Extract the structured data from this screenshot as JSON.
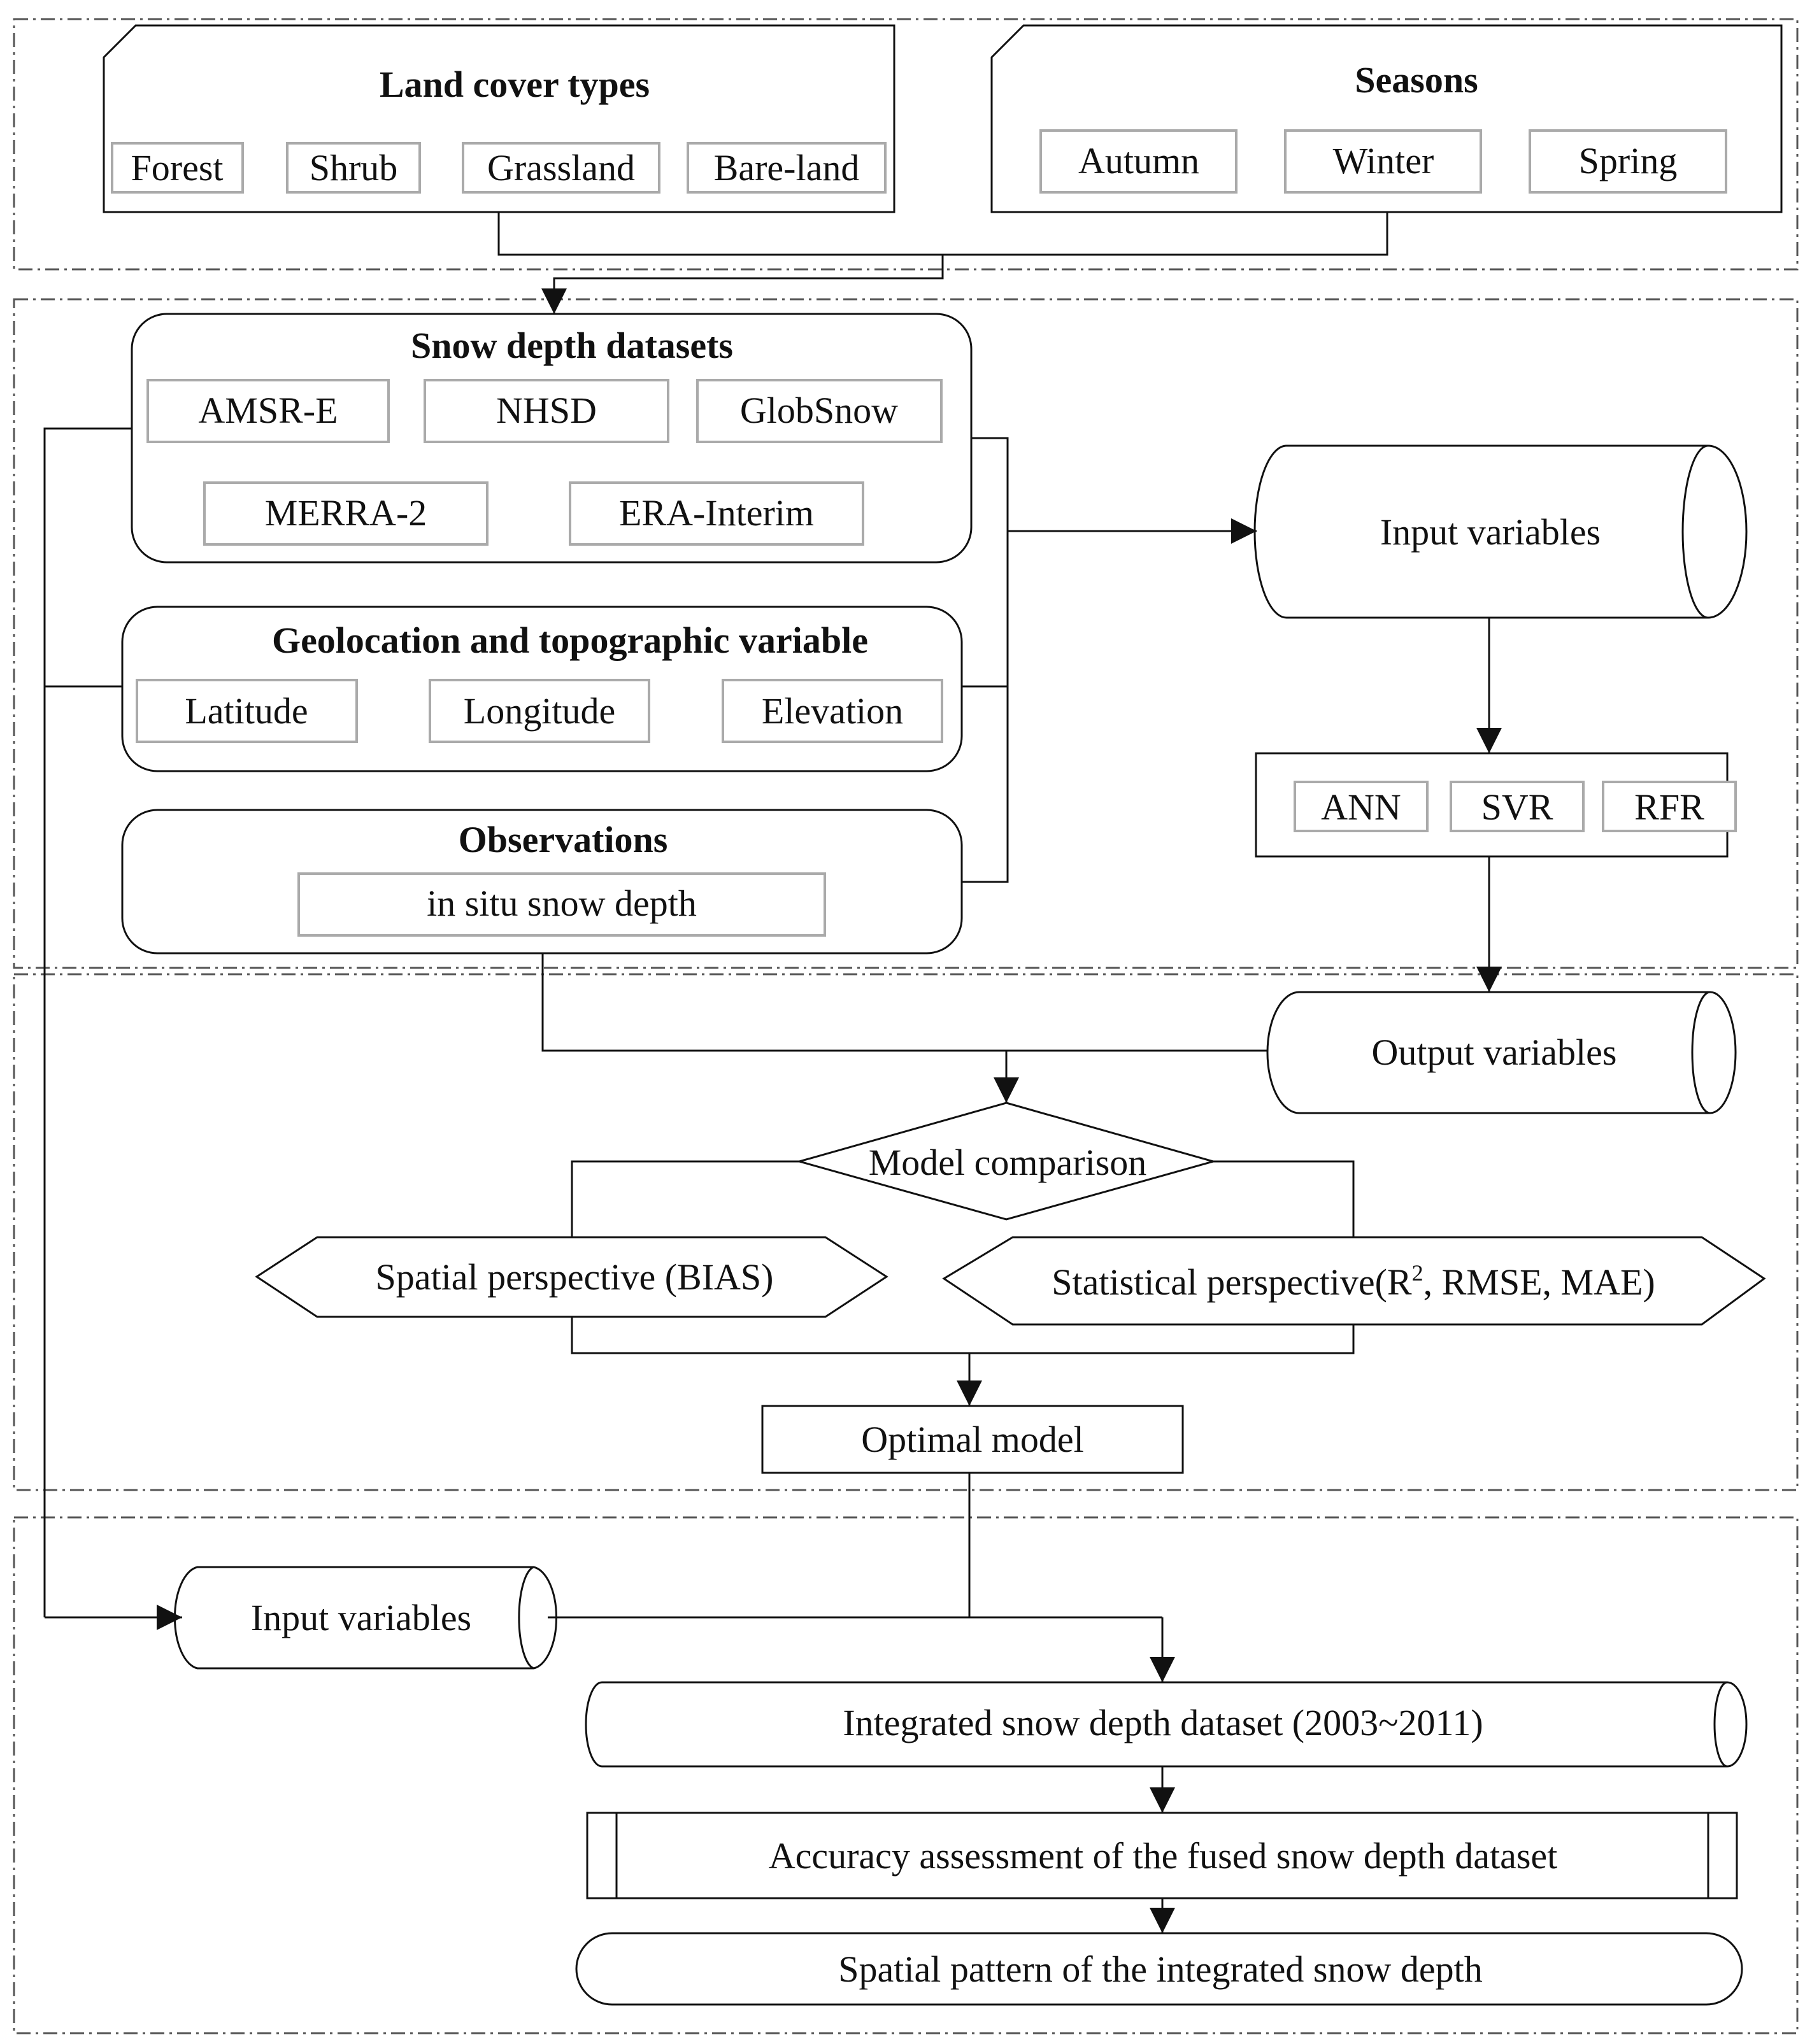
{
  "land_cover": {
    "title": "Land cover types",
    "items": [
      "Forest",
      "Shrub",
      "Grassland",
      "Bare-land"
    ]
  },
  "seasons": {
    "title": "Seasons",
    "items": [
      "Autumn",
      "Winter",
      "Spring"
    ]
  },
  "snow_datasets": {
    "title": "Snow depth datasets",
    "items": [
      "AMSR-E",
      "NHSD",
      "GlobSnow",
      "MERRA-2",
      "ERA-Interim"
    ]
  },
  "geolocation": {
    "title": "Geolocation and topographic variable",
    "items": [
      "Latitude",
      "Longitude",
      "Elevation"
    ]
  },
  "observations": {
    "title": "Observations",
    "items": [
      "in situ snow depth"
    ]
  },
  "input_variables_top": "Input variables",
  "models": [
    "ANN",
    "SVR",
    "RFR"
  ],
  "output_variables": "Output variables",
  "model_comparison": "Model comparison",
  "spatial_perspective": "Spatial perspective (BIAS)",
  "statistical_perspective": {
    "prefix": "Statistical perspective(R",
    "sup": "2",
    "suffix": ", RMSE, MAE)"
  },
  "optimal_model": "Optimal model",
  "input_variables_bottom": "Input variables",
  "integrated_dataset": "Integrated snow depth dataset (2003~2011)",
  "accuracy_assessment": "Accuracy assessment of the fused snow depth dataset",
  "spatial_pattern": "Spatial pattern of the integrated snow depth"
}
